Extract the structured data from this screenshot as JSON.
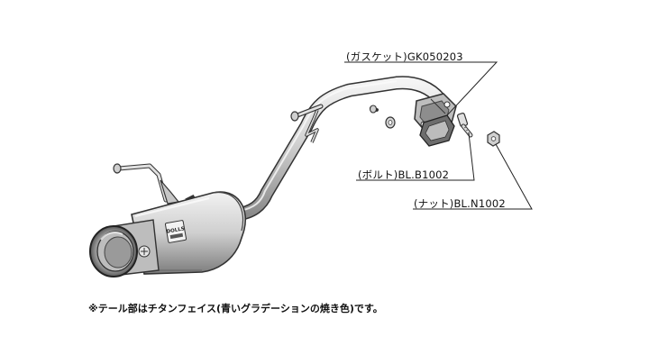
{
  "callouts": {
    "gasket": "(ガスケット)GK050203",
    "bolt": "(ボルト)BL.B1002",
    "nut": "(ナット)BL.N1002"
  },
  "muffler_badge": "DOLLS",
  "note": "※テール部はチタンフェイス(青いグラデーションの焼き色)です。"
}
